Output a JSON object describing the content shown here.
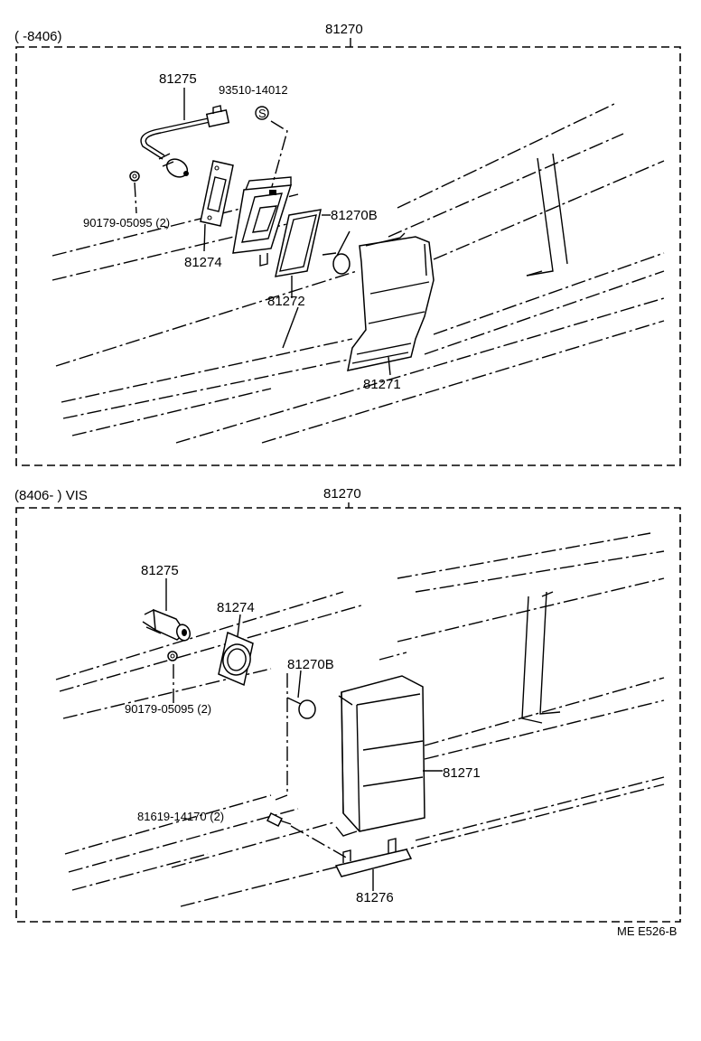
{
  "panels": [
    {
      "range": "(       -8406)",
      "assembly": "81270",
      "callouts": {
        "p81275": "81275",
        "p93510": "93510-14012",
        "p90179": "90179-05095 (2)",
        "p81274": "81274",
        "p81270b": "81270B",
        "p81272": "81272",
        "p81271": "81271"
      }
    },
    {
      "range": "(8406-        ) VIS",
      "assembly": "81270",
      "callouts": {
        "p81275": "81275",
        "p81274": "81274",
        "p90179": "90179-05095 (2)",
        "p81270b": "81270B",
        "p81619": "81619-14170 (2)",
        "p81271": "81271",
        "p81276": "81276"
      }
    }
  ],
  "figure_code": "ME E526-B"
}
